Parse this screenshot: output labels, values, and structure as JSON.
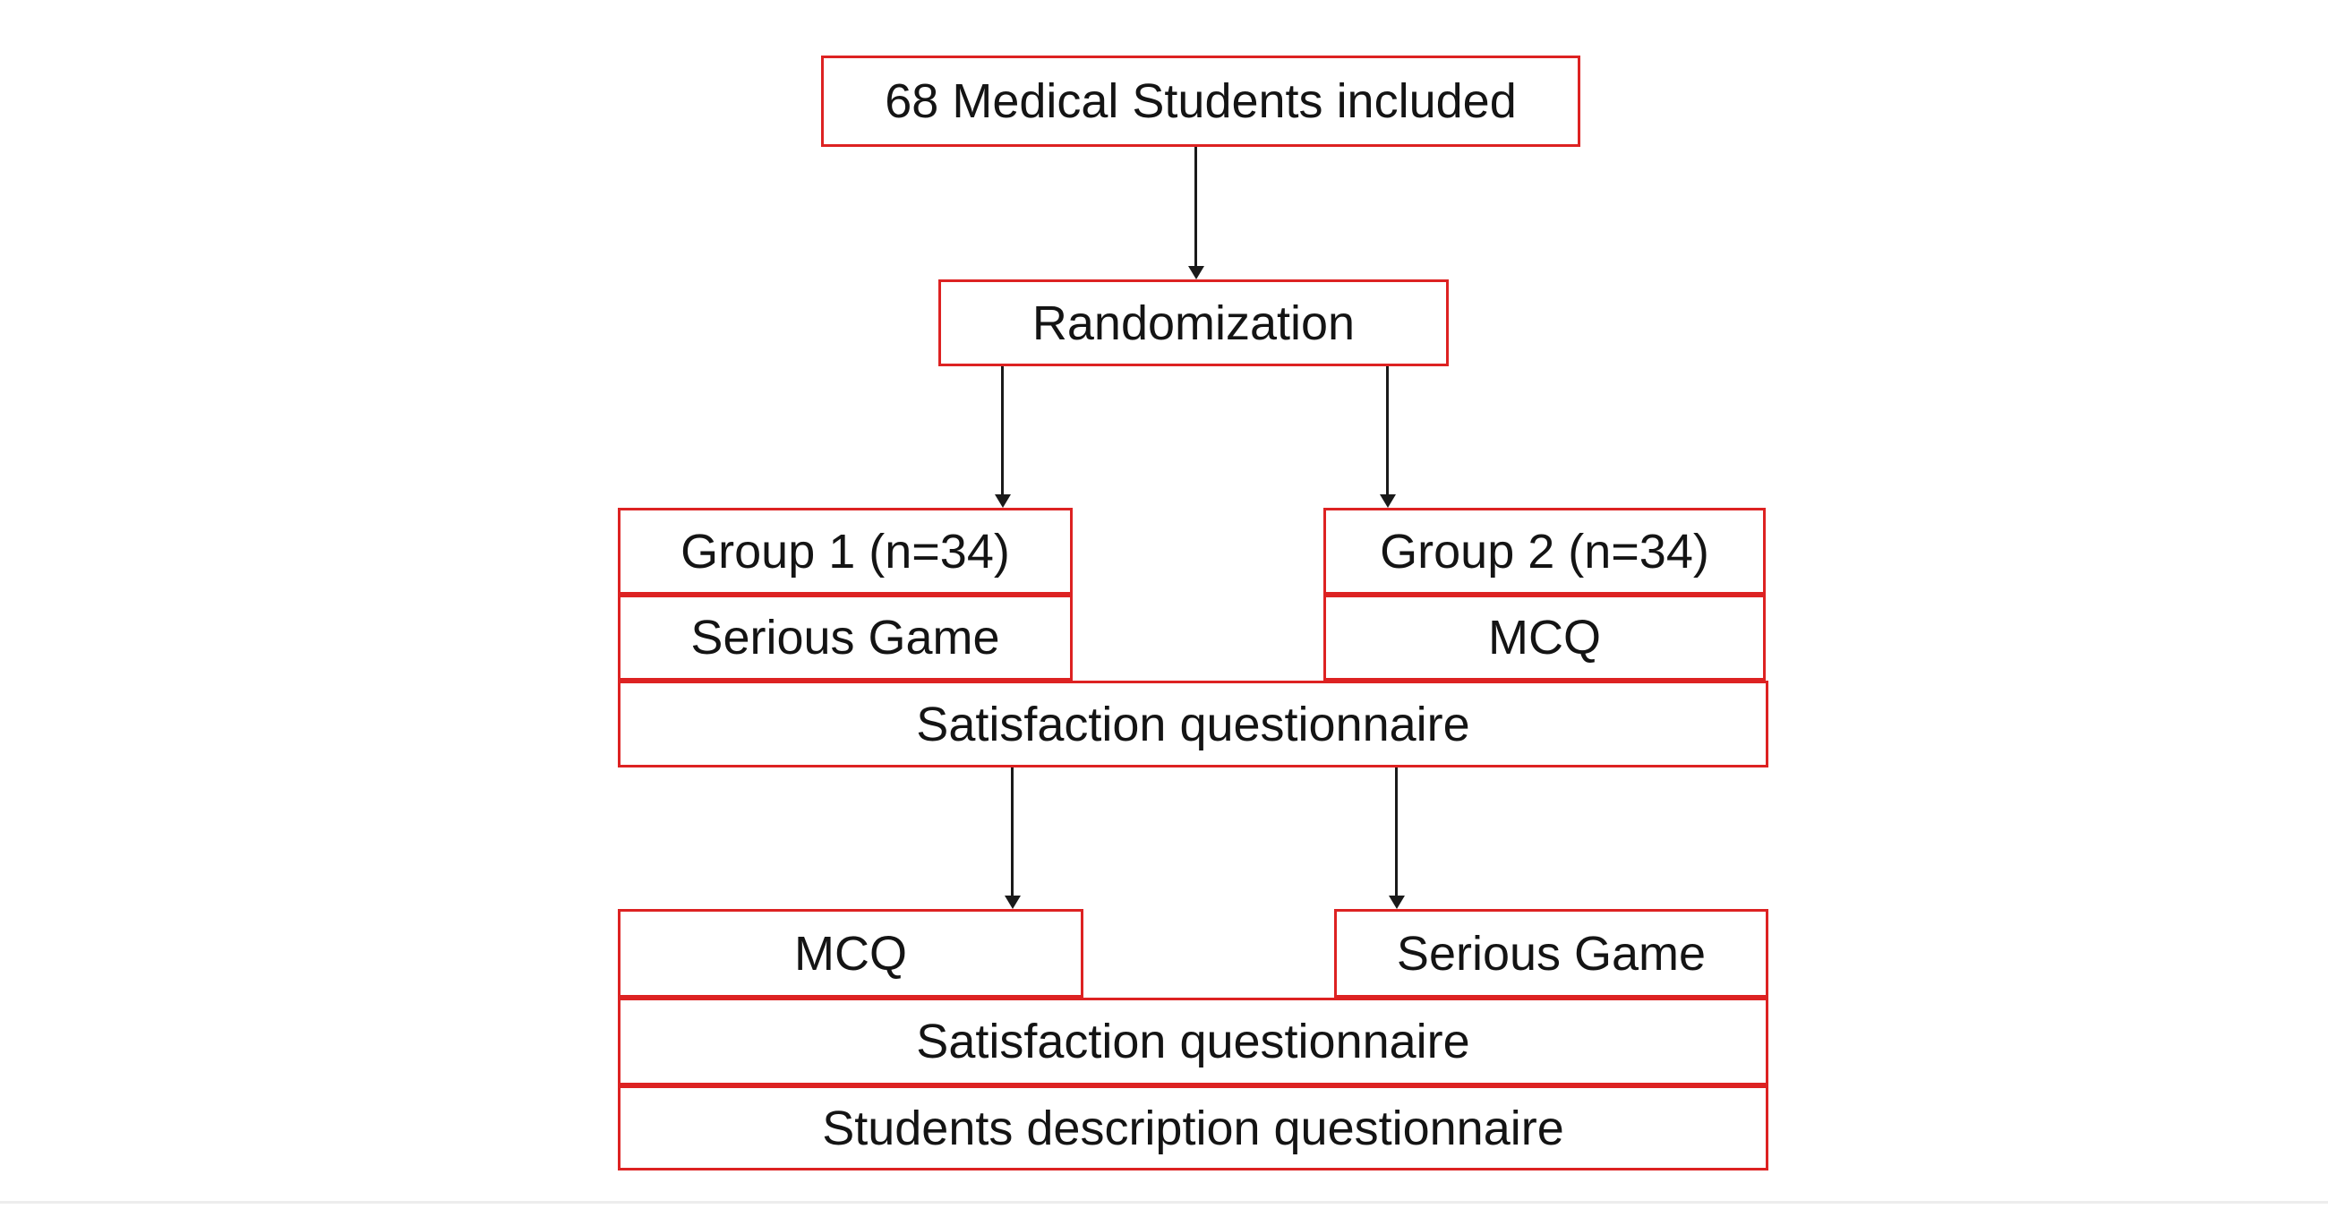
{
  "flowchart": {
    "nodes": {
      "included": {
        "label": "68 Medical Students included"
      },
      "randomization": {
        "label": "Randomization"
      },
      "group1": {
        "label": "Group 1 (n=34)"
      },
      "group2": {
        "label": "Group 2 (n=34)"
      },
      "group1_activity": {
        "label": "Serious Game"
      },
      "group2_activity": {
        "label": "MCQ"
      },
      "satisfaction_phase1": {
        "label": "Satisfaction questionnaire"
      },
      "group1_crossover": {
        "label": "MCQ"
      },
      "group2_crossover": {
        "label": "Serious Game"
      },
      "satisfaction_phase2": {
        "label": "Satisfaction questionnaire"
      },
      "students_description": {
        "label": "Students description questionnaire"
      }
    },
    "colors": {
      "box_border": "#dd2222",
      "text": "#141414",
      "arrow": "#1a1a1a",
      "background": "#ffffff",
      "footer_line": "#ededed"
    }
  }
}
